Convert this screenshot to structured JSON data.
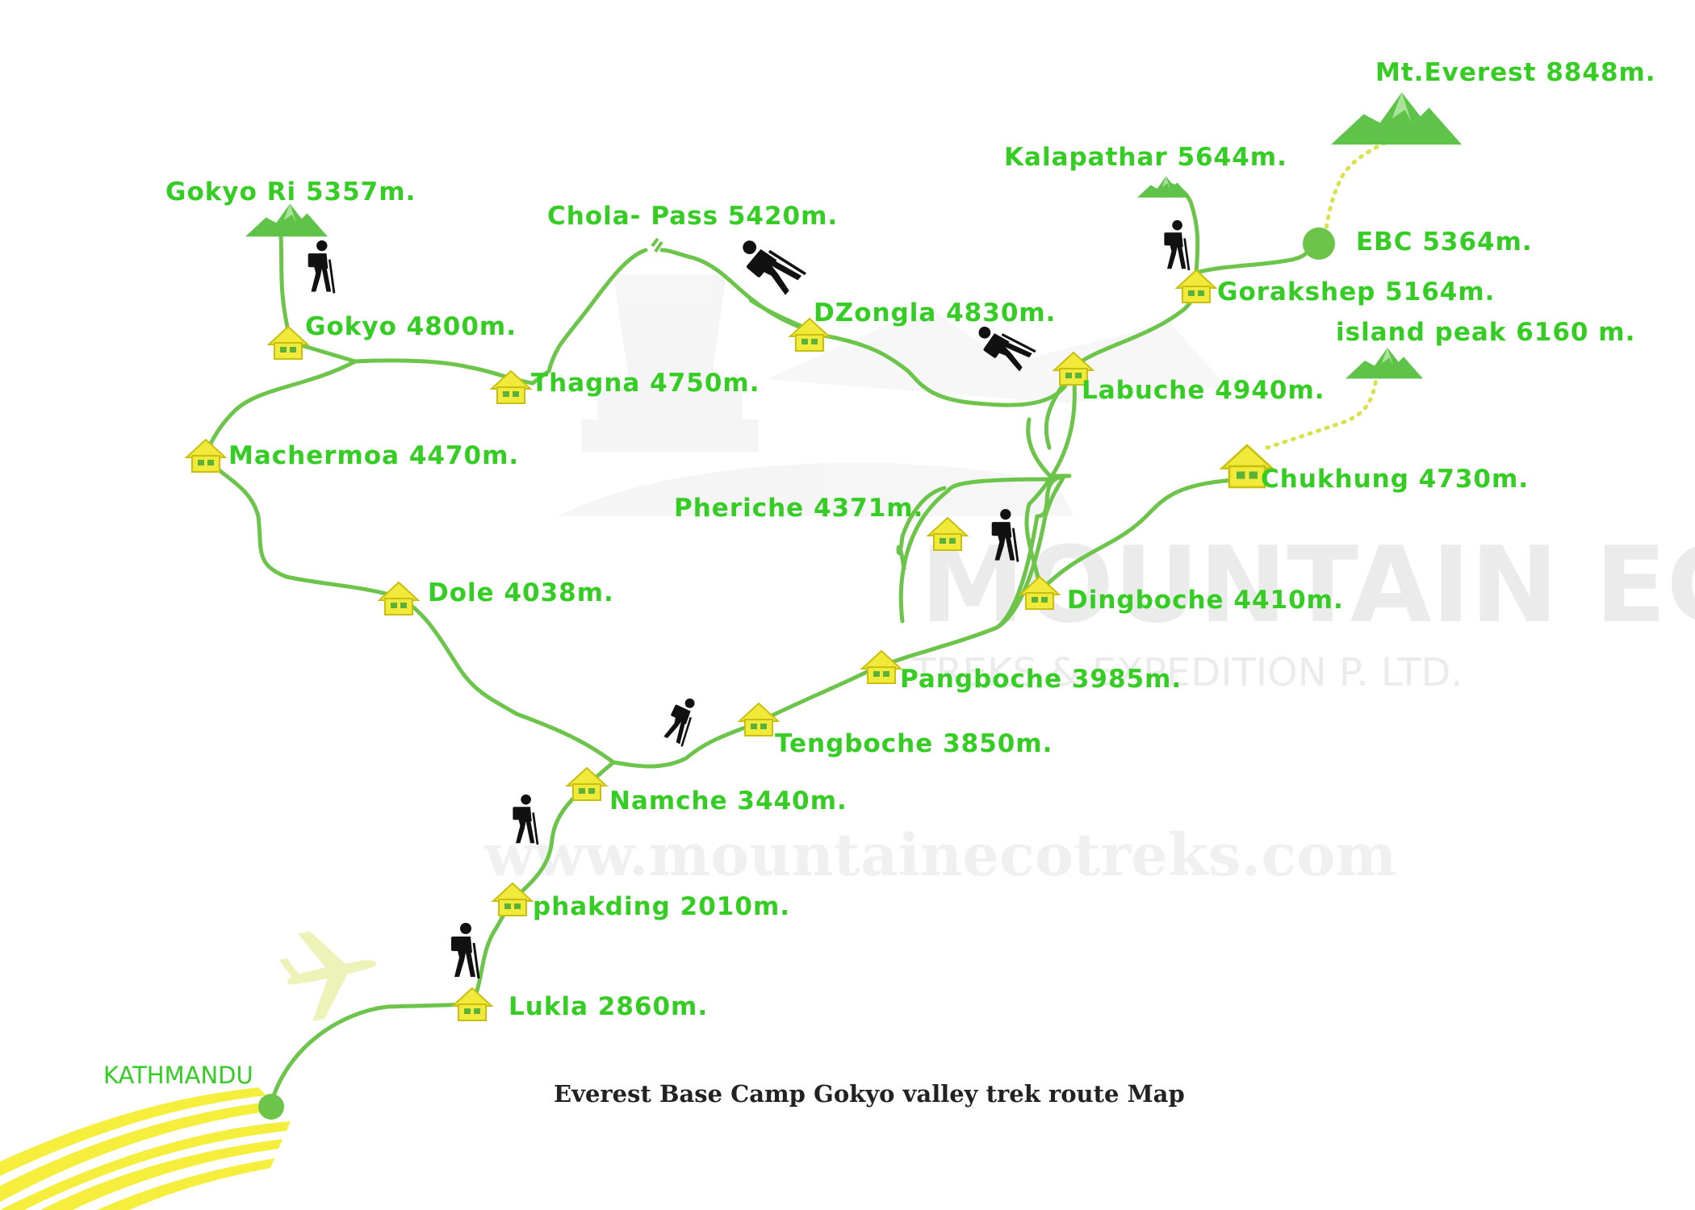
{
  "title": "Everest Base Camp Gokyo valley trek route Map",
  "watermark": {
    "brand": "MOUNTAIN ECO",
    "sub": "TREKS & EXPEDITION P. LTD.",
    "url": "www.mountainecotreks.com"
  },
  "colors": {
    "label": "#35cc24",
    "route": "#6cc54a",
    "hut": "#f2ea3a",
    "peak": "#5fc34a",
    "dotted": "#d8e24a",
    "runway": "#f5ee3c",
    "plane": "#ecf2b8",
    "caption": "#222222"
  },
  "labels": {
    "kathmandu": "KATHMANDU",
    "lukla": "Lukla 2860m.",
    "phakding": "phakding 2010m.",
    "namche": "Namche 3440m.",
    "tengboche": "Tengboche 3850m.",
    "pangboche": "Pangboche 3985m.",
    "dingboche": "Dingboche 4410m.",
    "pheriche": "Pheriche 4371m.",
    "chukhung": "Chukhung 4730m.",
    "island_peak": "island peak 6160 m.",
    "labuche": "Labuche 4940m.",
    "gorakshep": "Gorakshep 5164m.",
    "ebc": "EBC 5364m.",
    "everest": "Mt.Everest 8848m.",
    "kalapathar": "Kalapathar 5644m.",
    "dzongla": "DZongla 4830m.",
    "chola_pass": "Chola- Pass 5420m.",
    "thagna": "Thagna 4750m.",
    "gokyo": "Gokyo 4800m.",
    "gokyo_ri": "Gokyo Ri 5357m.",
    "machermoa": "Machermoa 4470m.",
    "dole": "Dole 4038m."
  },
  "icons": {
    "hut": "lodge-house-icon",
    "hiker": "trekker-icon",
    "peak": "mountain-peak-icon",
    "plane": "airplane-icon",
    "endpoint": "circle-marker-icon"
  }
}
